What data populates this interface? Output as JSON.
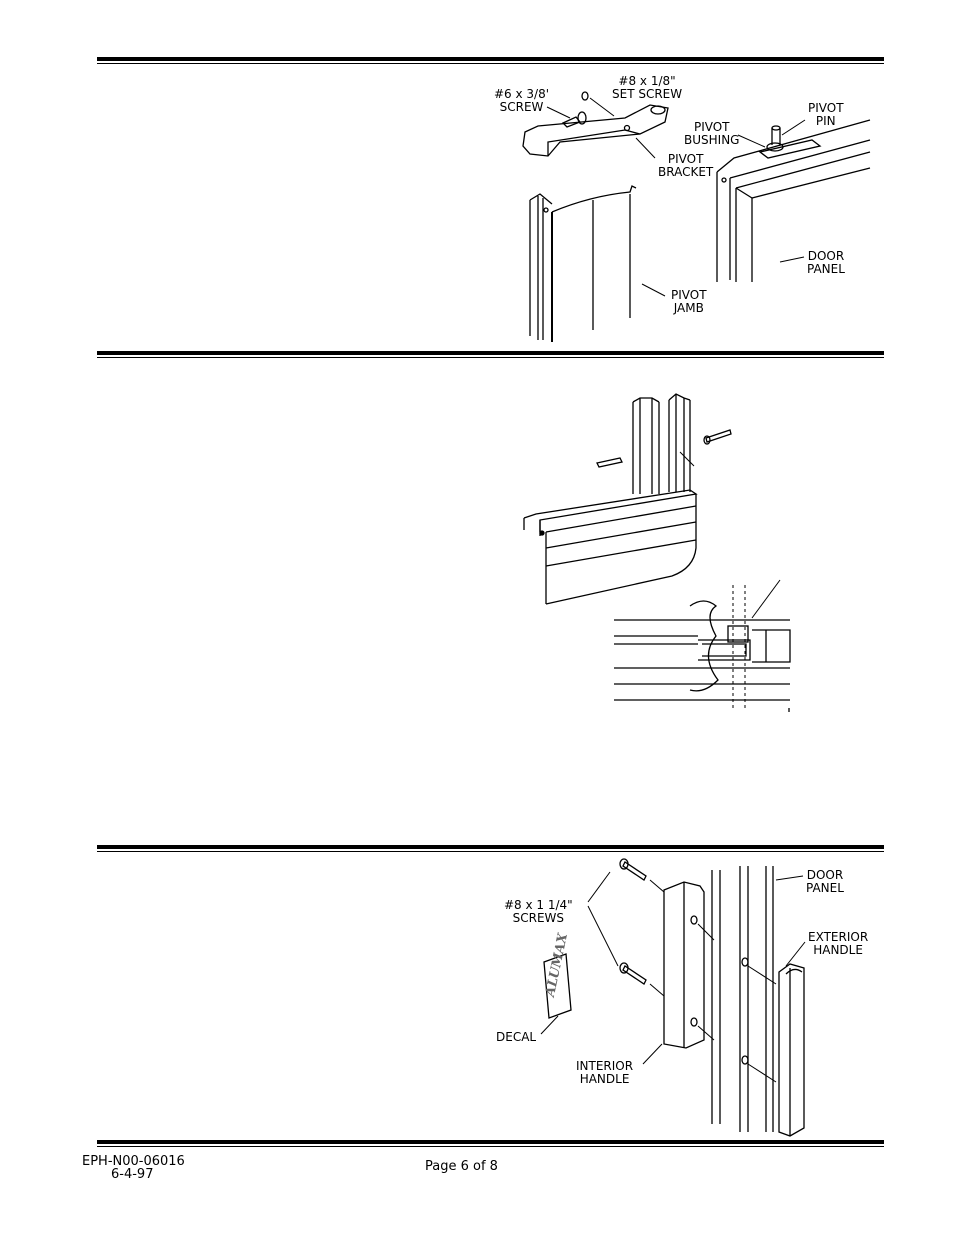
{
  "figure1": {
    "screw": "#6 x 3/8'\nSCREW",
    "set_screw": "#8 x 1/8\"\nSET SCREW",
    "pivot_bracket": "PIVOT\nBRACKET",
    "pivot_bushing": "PIVOT\nBUSHING",
    "pivot_pin": "PIVOT\nPIN",
    "door_panel": "DOOR\nPANEL",
    "pivot_jamb": "PIVOT\nJAMB"
  },
  "figure3": {
    "screws": "#8 x 1 1/4\"\nSCREWS",
    "decal": "DECAL",
    "decal_logo": "ALUMAX",
    "interior_handle": "INTERIOR\nHANDLE",
    "door_panel": "DOOR\nPANEL",
    "exterior_handle": "EXTERIOR\nHANDLE"
  },
  "footer": {
    "doc_number": "EPH-N00-06016",
    "date": "6-4-97",
    "page": "Page 6 of 8"
  }
}
